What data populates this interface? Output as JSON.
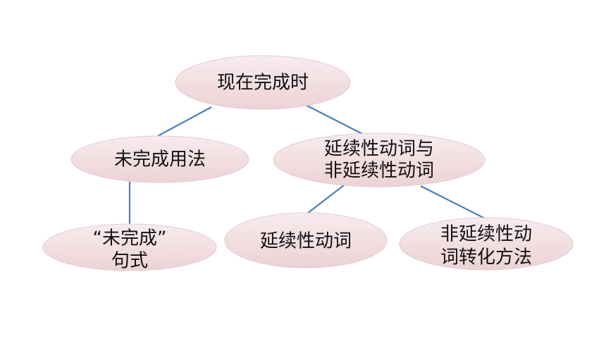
{
  "colors": {
    "node_fill_top": "#f8ecee",
    "node_fill_bottom": "#ecd2d6",
    "edge": "#4a7ebb",
    "text": "#111111"
  },
  "nodes": {
    "root": {
      "lines": [
        "现在完成时"
      ]
    },
    "unfinished_usage": {
      "lines": [
        "未完成用法"
      ]
    },
    "durative_vs_nondurative": {
      "lines": [
        "延续性动词与",
        "非延续性动词"
      ]
    },
    "unfinished_pattern": {
      "lines": [
        "“未完成”",
        "句式"
      ]
    },
    "durative_verbs": {
      "lines": [
        "延续性动词"
      ]
    },
    "conversion_methods": {
      "lines": [
        "非延续性动",
        "词转化方法"
      ]
    }
  }
}
